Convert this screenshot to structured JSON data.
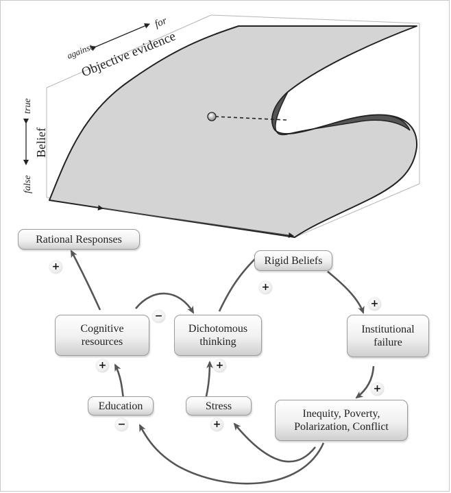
{
  "surface": {
    "axis_evidence": "Objective evidence",
    "axis_against": "against",
    "axis_for": "for",
    "axis_belief": "Belief",
    "axis_true": "true",
    "axis_false": "false"
  },
  "nodes": {
    "rational_responses": "Rational Responses",
    "rigid_beliefs": "Rigid Beliefs",
    "cognitive_resources": [
      "Cognitive",
      "resources"
    ],
    "dichotomous_thinking": [
      "Dichotomous",
      "thinking"
    ],
    "institutional_failure": [
      "Institutional",
      "failure"
    ],
    "education": "Education",
    "stress": "Stress",
    "inequity": [
      "Inequity, Poverty,",
      "Polarization, Conflict"
    ]
  },
  "signs": {
    "cognitive_to_rational": "+",
    "cognitive_to_dichotomous": "−",
    "dichotomous_to_rigid": "+",
    "rigid_to_institutional": "+",
    "institutional_to_inequity": "+",
    "education_to_cognitive": "+",
    "stress_to_dichotomous": "+",
    "inequity_to_education": "−",
    "inequity_to_stress": "+"
  }
}
